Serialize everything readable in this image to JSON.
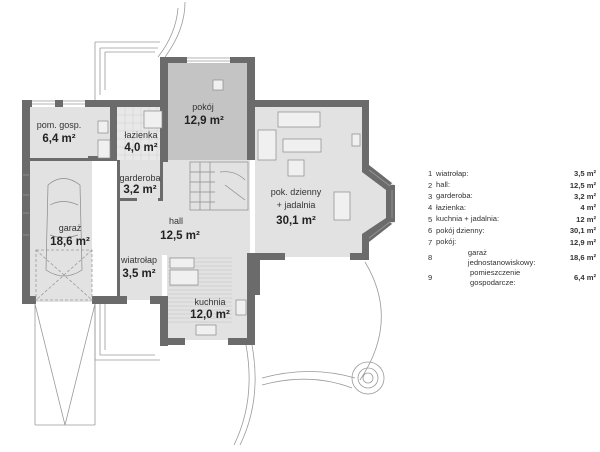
{
  "rooms": {
    "pom_gosp": {
      "label": "pom. gosp.",
      "area": "6,4 m²"
    },
    "lazienka": {
      "label": "łazienka",
      "area": "4,0 m²"
    },
    "pokoj": {
      "label": "pokój",
      "area": "12,9 m²"
    },
    "garderoba": {
      "label": "garderoba",
      "area": "3,2 m²"
    },
    "garaz": {
      "label": "garaż",
      "area": "18,6 m²"
    },
    "hall": {
      "label": "hall",
      "area": "12,5 m²"
    },
    "dzienny": {
      "label": "pok. dzienny",
      "label2": "+ jadalnia",
      "area": "30,1 m²"
    },
    "wiatrolap": {
      "label": "wiatrołap",
      "area": "3,5 m²"
    },
    "kuchnia": {
      "label": "kuchnia",
      "area": "12,0 m²"
    }
  },
  "legend": [
    {
      "n": "1",
      "name": "wiatrołap:",
      "value": "3,5 m²"
    },
    {
      "n": "2",
      "name": "hall:",
      "value": "12,5 m²"
    },
    {
      "n": "3",
      "name": "garderoba:",
      "value": "3,2 m²"
    },
    {
      "n": "4",
      "name": "łazienka:",
      "value": "4 m²"
    },
    {
      "n": "5",
      "name": "kuchnia + jadalnia:",
      "value": "12 m²"
    },
    {
      "n": "6",
      "name": "pokój dzienny:",
      "value": "30,1 m²"
    },
    {
      "n": "7",
      "name": "pokój:",
      "value": "12,9 m²"
    },
    {
      "n": "8",
      "name": "garaż jednostanowiskowy:",
      "value": "18,6 m²"
    },
    {
      "n": "9",
      "name": "pomieszczenie gospodarcze:",
      "value": "6,4 m²"
    }
  ],
  "colors": {
    "wall": "#6b6b6b",
    "floor": "#e2e2e2",
    "pokoj_floor": "#c4c4c4"
  }
}
